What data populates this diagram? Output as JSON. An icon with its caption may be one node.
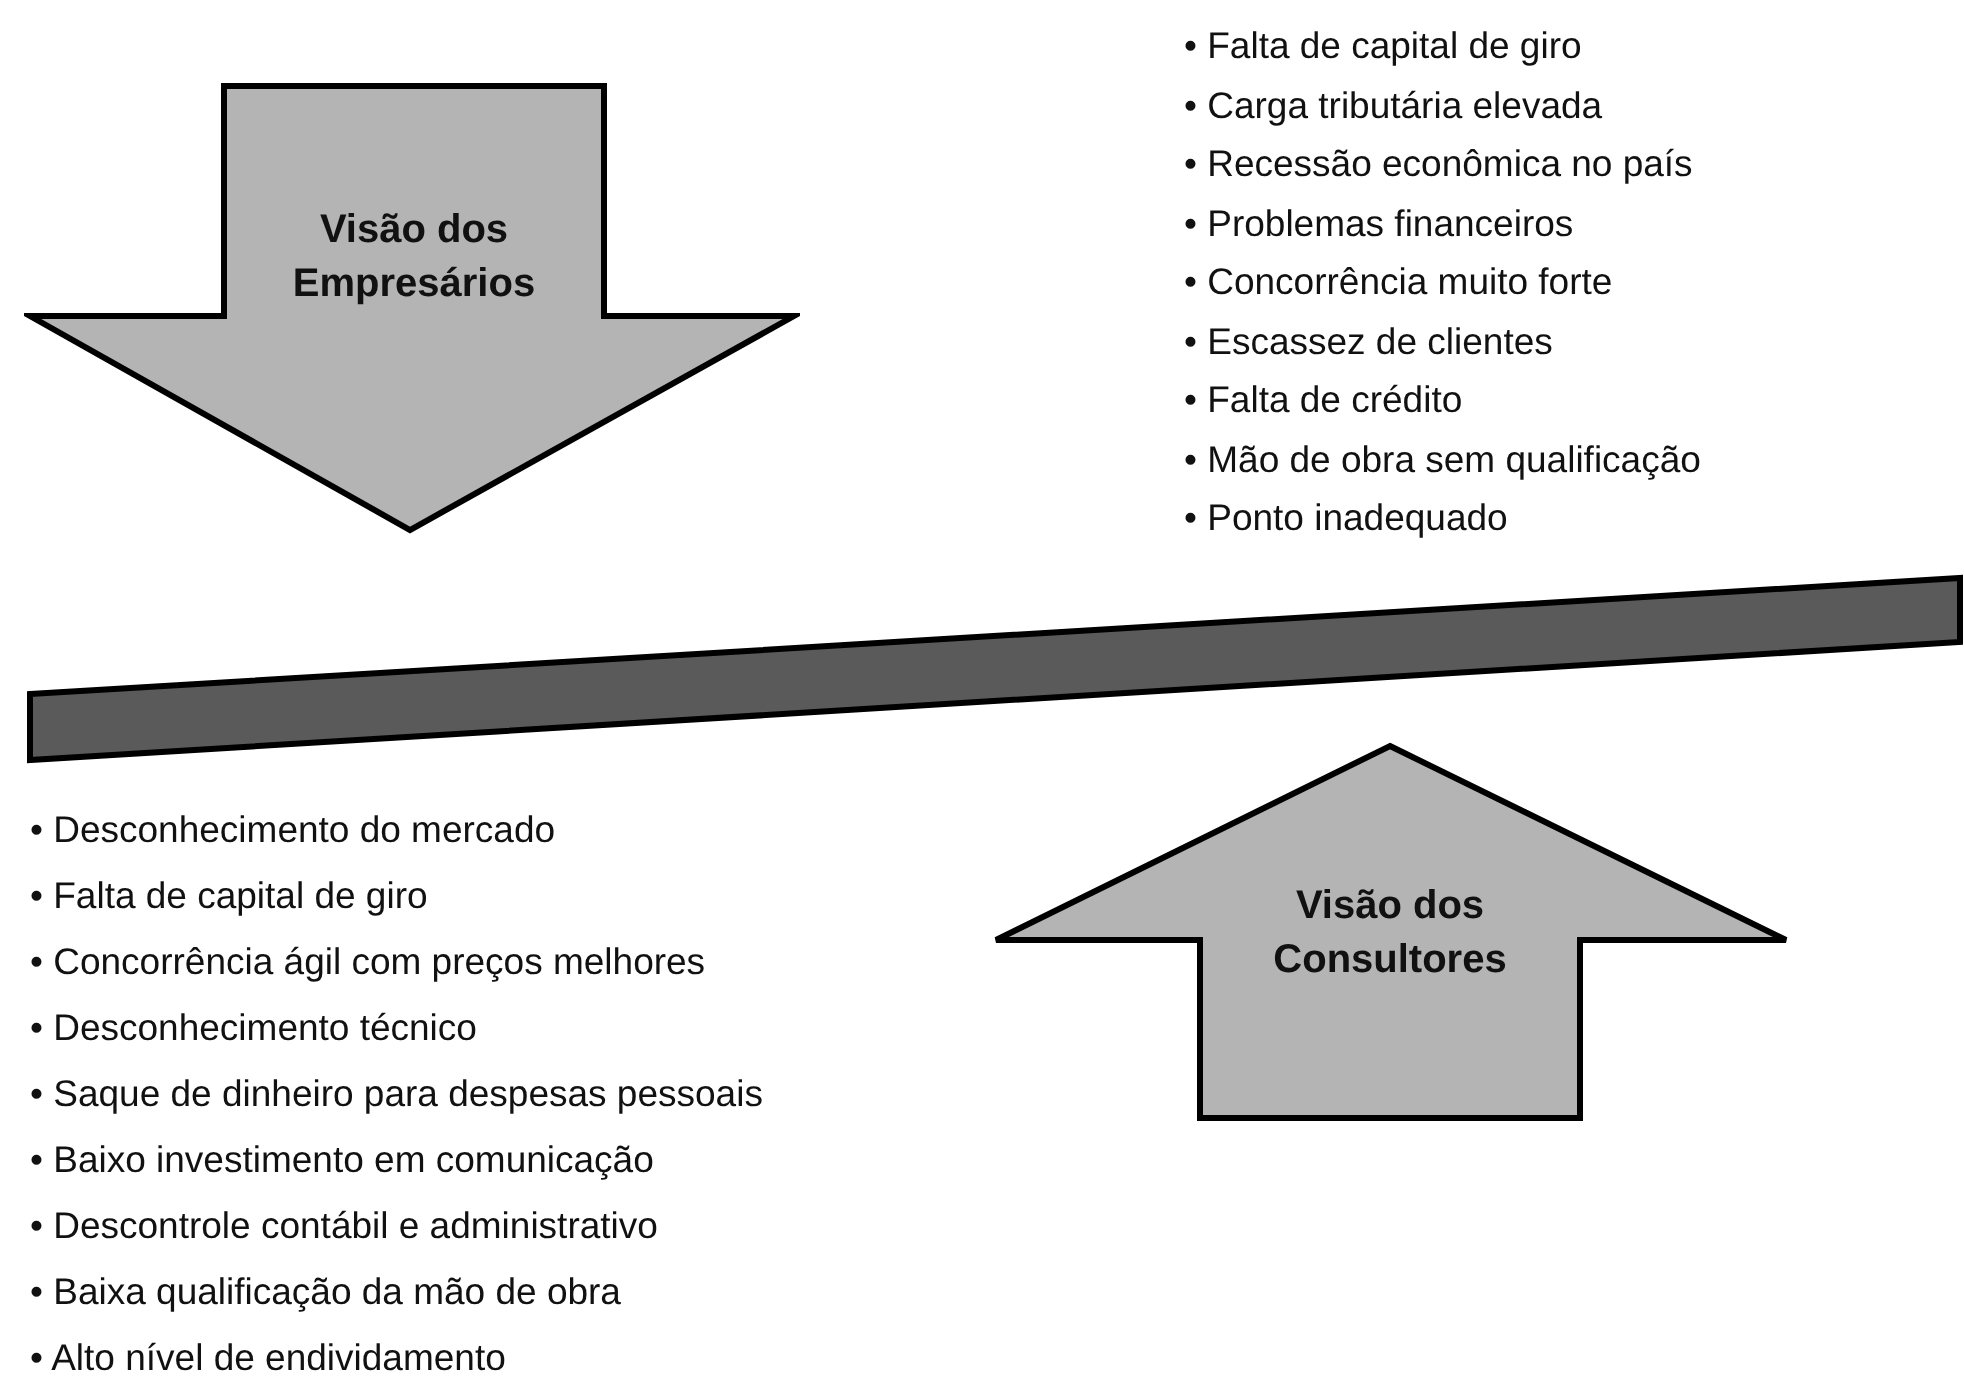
{
  "diagram": {
    "nodes": [
      {
        "text": [
          "Visão dos Empresários"
        ]
      },
      {
        "text": [],
        "shape": "bar"
      },
      {
        "text": [
          "Visão dos Consultores"
        ]
      }
    ],
    "labels": [
      "• Falta de capital de giro",
      "• Carga tributária elevada",
      "• Recessão econômica no país",
      "• Problemas financeiros",
      "• Concorrência muito forte",
      "• Escassez de clientes",
      "• Falta de crédito",
      "• Mão de obra sem qualificação",
      "• Ponto inadequado",
      "• Desconhecimento do mercado",
      "• Falta de capital de giro",
      "• Concorrência ágil com preços melhores",
      "• Desconhecimento técnico",
      "• Saque de dinheiro para despesas pessoais",
      "• Baixo investimento em comunicação",
      "• Descontrole contábil e administrativo",
      "• Baixa qualificação da mão de obra",
      "• Alto nível de endividamento"
    ]
  }
}
